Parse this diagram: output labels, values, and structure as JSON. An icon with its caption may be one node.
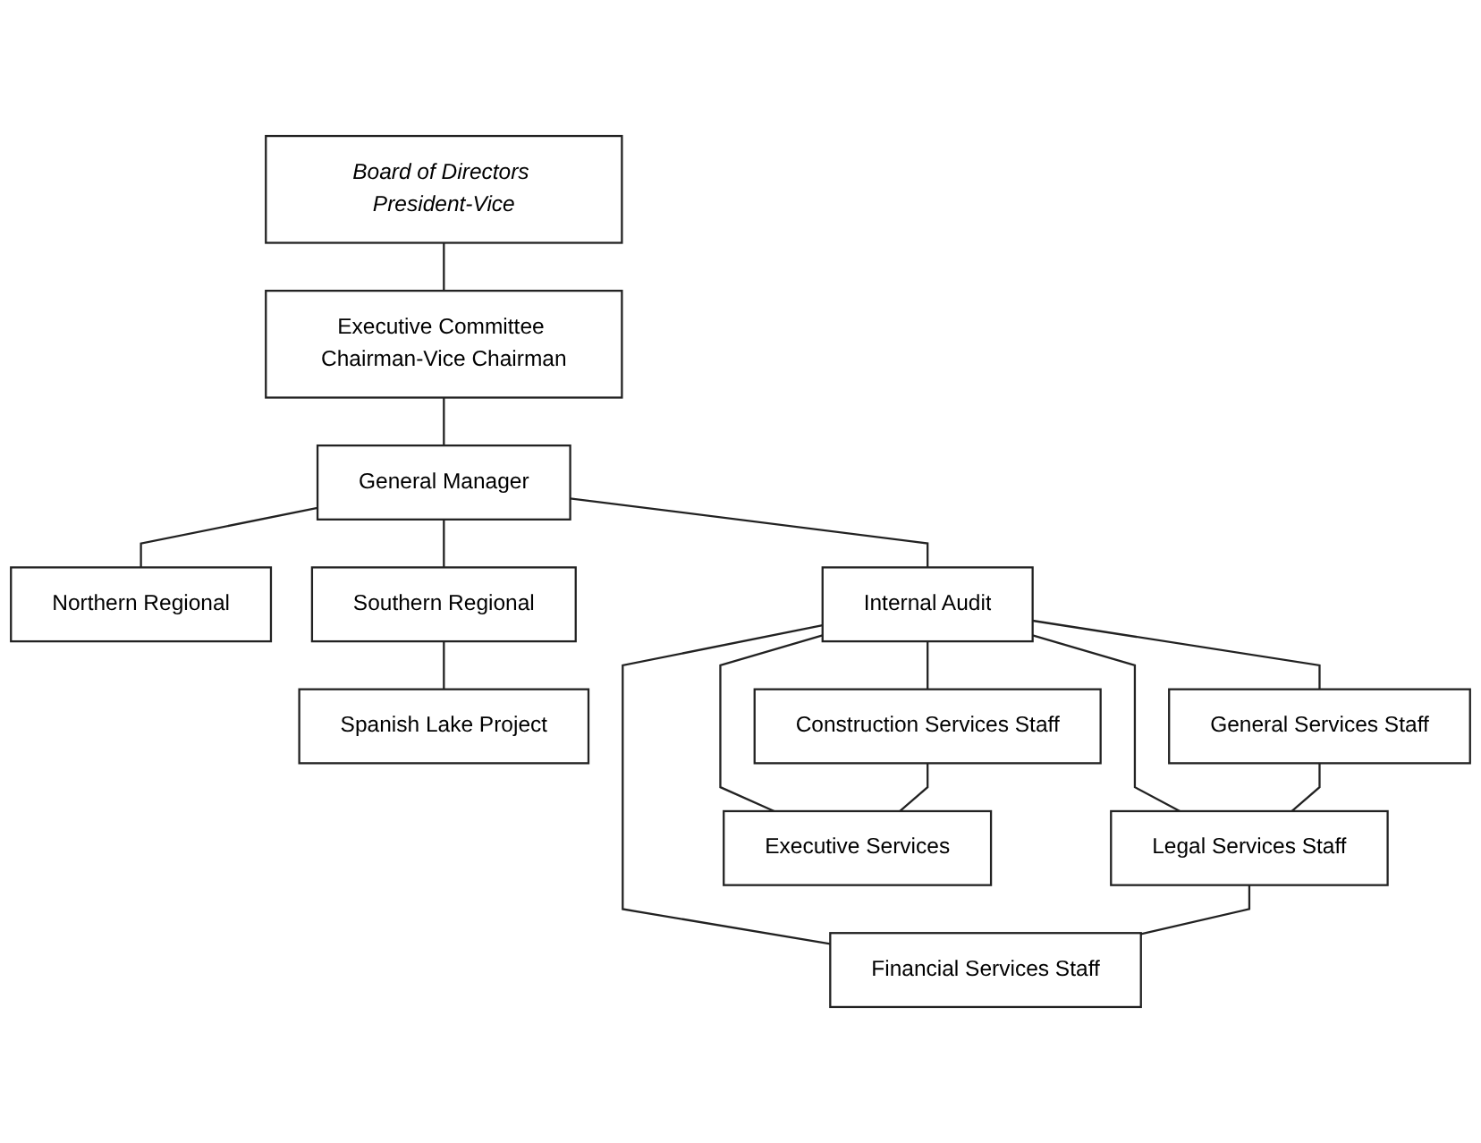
{
  "diagram": {
    "nodes": [
      {
        "text": [
          "Board of Directors President-Vice"
        ]
      },
      {
        "text": [
          "Executive Committee Chairman-Vice Chairman"
        ]
      },
      {
        "text": [
          "General Manager"
        ]
      },
      {
        "text": [
          "Northern Regional"
        ]
      },
      {
        "text": [
          "Southern Regional"
        ]
      },
      {
        "text": [
          "Internal Audit"
        ]
      },
      {
        "text": [
          "Spanish Lake Project"
        ]
      },
      {
        "text": [
          "General Services Staff"
        ]
      },
      {
        "text": [
          "Legal Services Staff"
        ]
      },
      {
        "text": [
          "Financial Services Staff"
        ]
      },
      {
        "text": [
          "Construction Services Staff"
        ]
      },
      {
        "text": [
          "Executive Services"
        ]
      }
    ],
    "edges": [
      {
        "from": 0,
        "to": 1,
        "arrow": "none"
      },
      {
        "from": 1,
        "to": 2,
        "arrow": "none"
      },
      {
        "from": 2,
        "to": 3,
        "arrow": "none"
      },
      {
        "from": 2,
        "to": 5,
        "arrow": "none"
      },
      {
        "from": 2,
        "to": 4,
        "arrow": "none"
      },
      {
        "from": 4,
        "to": 6,
        "arrow": "none"
      },
      {
        "from": 5,
        "to": 7,
        "arrow": "none"
      },
      {
        "from": 5,
        "to": 8,
        "arrow": "none"
      },
      {
        "from": 5,
        "to": 9,
        "arrow": "none"
      },
      {
        "from": 5,
        "to": 10,
        "arrow": "none"
      },
      {
        "from": 5,
        "to": 11,
        "arrow": "none"
      },
      {
        "from": 7,
        "to": 8,
        "arrow": "none"
      },
      {
        "from": 8,
        "to": 9,
        "arrow": "none"
      },
      {
        "from": 10,
        "to": 11,
        "arrow": "none"
      }
    ]
  }
}
